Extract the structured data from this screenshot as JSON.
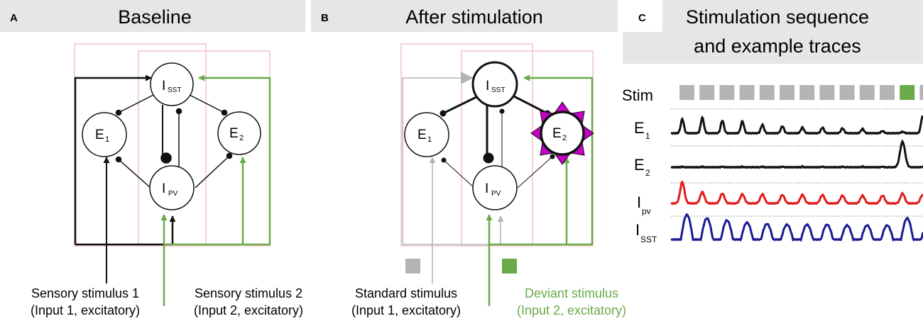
{
  "colors": {
    "header_bg": "#e6e6e6",
    "black": "#111111",
    "green": "#6aaa4a",
    "gray": "#b4b4b4",
    "pink": "#f0c4c8",
    "magenta": "#c800c8",
    "red": "#e21b1b",
    "blue": "#1a1a96"
  },
  "panel_a": {
    "letter": "A",
    "title": "Baseline",
    "node_e1": "E",
    "node_e1_sub": "1",
    "node_e2": "E",
    "node_e2_sub": "2",
    "node_isst": "I",
    "node_isst_sub": "SST",
    "node_ipv": "I",
    "node_ipv_sub": "PV",
    "input1_line1": "Sensory stimulus 1",
    "input1_line2": "(Input 1, excitatory)",
    "input2_line1": "Sensory stimulus 2",
    "input2_line2": "(Input 2, excitatory)"
  },
  "panel_b": {
    "letter": "B",
    "title": "After stimulation",
    "node_e1": "E",
    "node_e1_sub": "1",
    "node_e2": "E",
    "node_e2_sub": "2",
    "node_isst": "I",
    "node_isst_sub": "SST",
    "node_ipv": "I",
    "node_ipv_sub": "PV",
    "standard_line1": "Standard stimulus",
    "standard_line2": "(Input 1, excitatory)",
    "deviant_line1": "Deviant stimulus",
    "deviant_line2": "(Input 2, excitatory)"
  },
  "panel_c": {
    "letter": "C",
    "title_line1": "Stimulation sequence",
    "title_line2": "and example traces",
    "stim_label": "Stim",
    "e1_label": "E",
    "e1_sub": "1",
    "e2_label": "E",
    "e2_sub": "2",
    "ipv_label": "I",
    "ipv_sub": "pv",
    "isst_label": "I",
    "isst_sub": "SST",
    "stim_sequence": [
      "standard",
      "standard",
      "standard",
      "standard",
      "standard",
      "standard",
      "standard",
      "standard",
      "standard",
      "standard",
      "standard",
      "deviant",
      "standard"
    ]
  }
}
